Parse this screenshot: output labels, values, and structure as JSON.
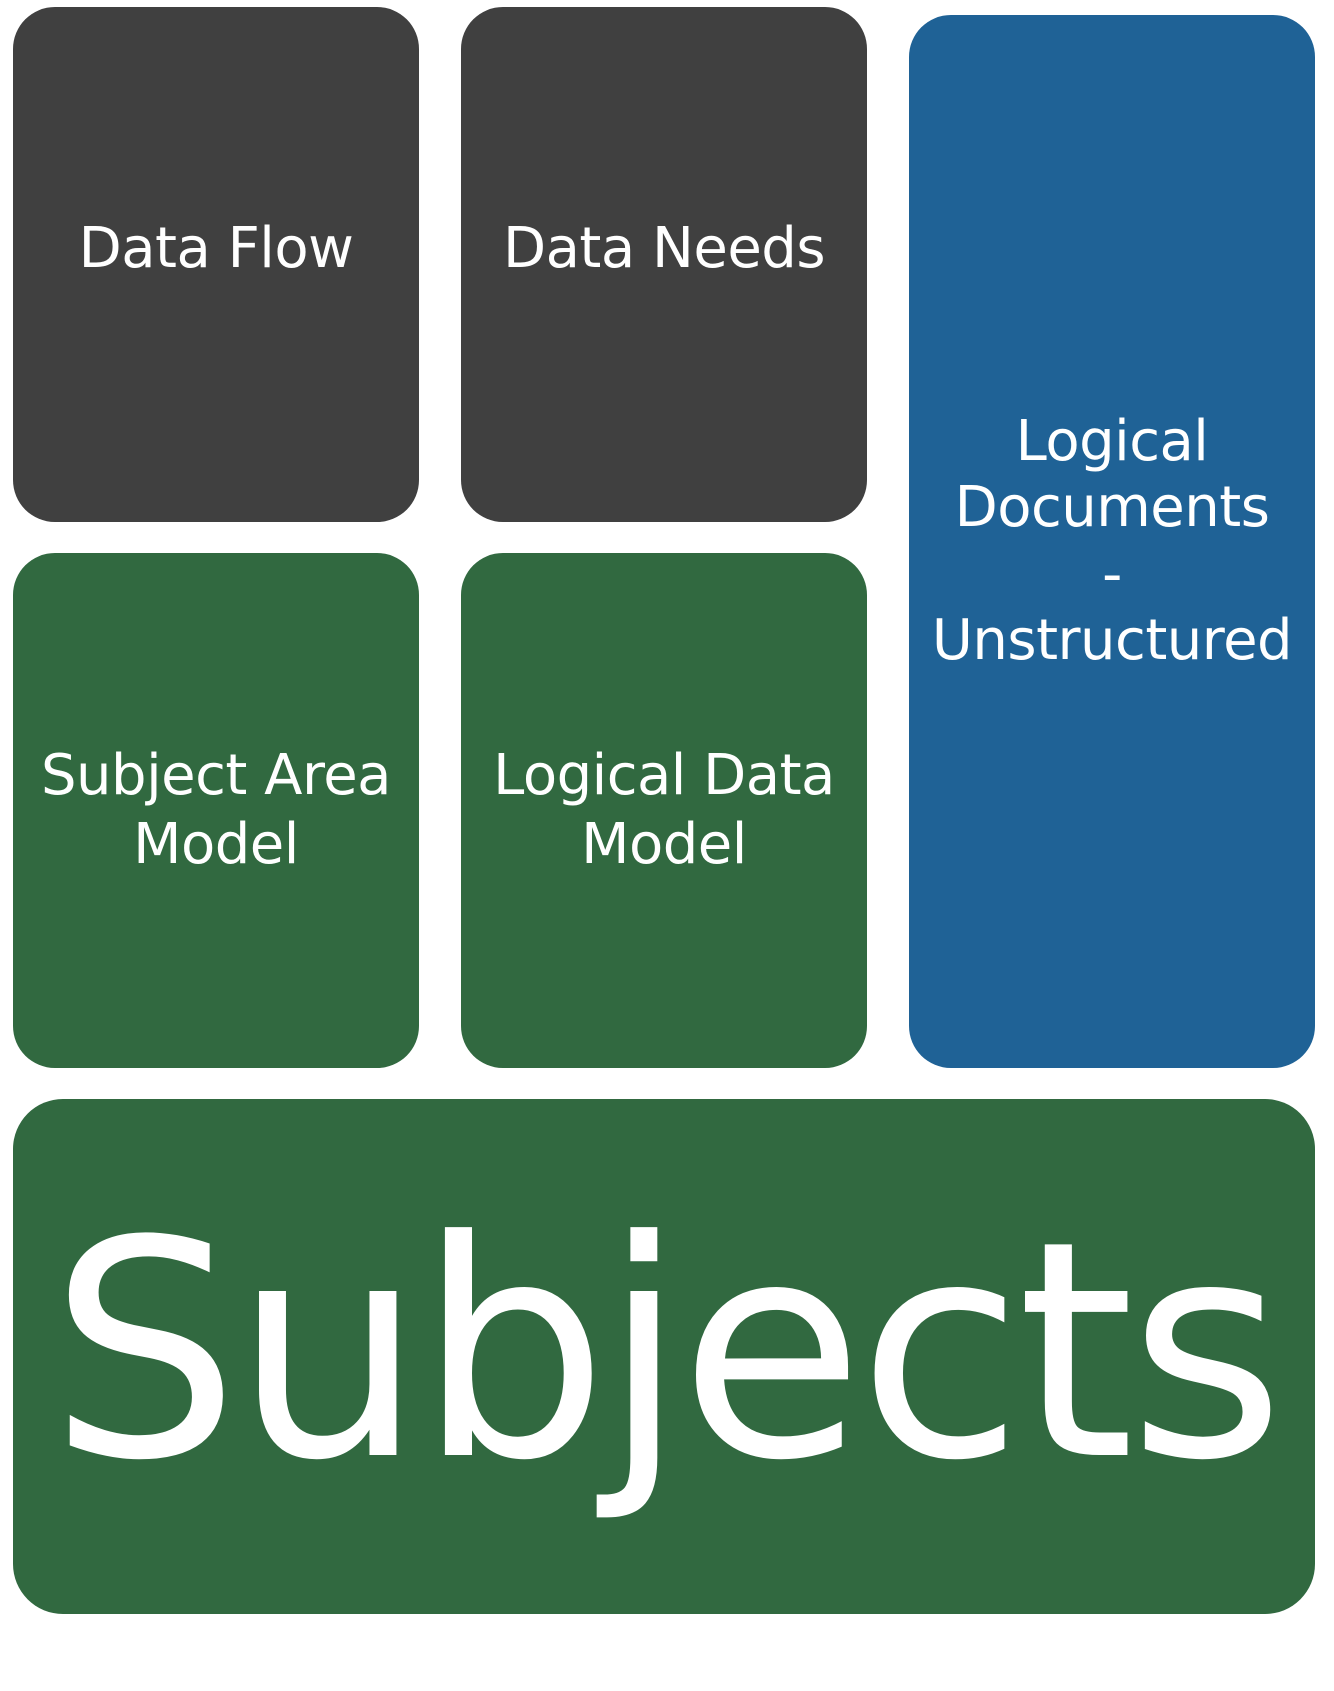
{
  "colors": {
    "dark_tile": "#404040",
    "green_tile": "#316940",
    "blue_tile": "#1f6296",
    "text": "#ffffff",
    "background": "#ffffff"
  },
  "tiles": {
    "data_flow": "Data Flow",
    "data_needs": "Data Needs",
    "logical_documents": "Logical\nDocuments\n-\nUnstructured",
    "subject_area_model": "Subject Area\nModel",
    "logical_data_model": "Logical Data\nModel",
    "subjects": "Subjects"
  }
}
